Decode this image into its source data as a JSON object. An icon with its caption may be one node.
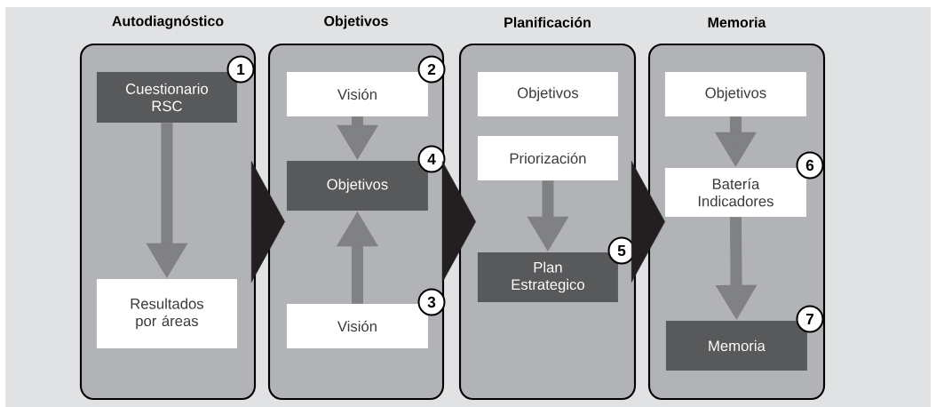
{
  "diagram": {
    "nodes": [
      {
        "text": [
          "Autodiagnóstico"
        ]
      },
      {
        "text": [
          "Cuestionario RSC"
        ],
        "in": 0,
        "beside": [
          "1"
        ]
      },
      {
        "text": [
          "Resultados por áreas"
        ],
        "in": 0
      },
      {
        "text": [
          "Objetivos"
        ]
      },
      {
        "text": [
          "Visión"
        ],
        "in": 3,
        "beside": [
          "2"
        ]
      },
      {
        "text": [
          "Objetivos"
        ],
        "in": 3,
        "beside": [
          "4"
        ]
      },
      {
        "text": [
          "Visión"
        ],
        "in": 3,
        "beside": [
          "3"
        ]
      },
      {
        "text": [
          "Planificación"
        ]
      },
      {
        "text": [
          "Objetivos"
        ],
        "in": 7
      },
      {
        "text": [
          "Priorización"
        ],
        "in": 7
      },
      {
        "text": [
          "Plan Estrategico"
        ],
        "in": 7,
        "beside": [
          "5"
        ]
      },
      {
        "text": [
          "Memoria"
        ]
      },
      {
        "text": [
          "Objetivos"
        ],
        "in": 11
      },
      {
        "text": [
          "Batería Indicadores"
        ],
        "in": 11,
        "beside": [
          "6"
        ]
      },
      {
        "text": [
          "Memoria"
        ],
        "in": 11,
        "beside": [
          "7"
        ]
      }
    ],
    "edges": [
      {
        "from": 0,
        "to": 3,
        "arrow": "to",
        "color": "#231f20"
      },
      {
        "from": 3,
        "to": 7,
        "arrow": "to",
        "color": "#231f20"
      },
      {
        "from": 7,
        "to": 11,
        "arrow": "to",
        "color": "#231f20"
      },
      {
        "from": 1,
        "to": 2,
        "arrow": "to"
      },
      {
        "from": 4,
        "to": 5,
        "arrow": "to"
      },
      {
        "from": 6,
        "to": 5,
        "arrow": "to"
      },
      {
        "from": 9,
        "to": 10,
        "arrow": "to"
      },
      {
        "from": 12,
        "to": 13,
        "arrow": "to"
      },
      {
        "from": 13,
        "to": 14,
        "arrow": "to"
      }
    ]
  }
}
